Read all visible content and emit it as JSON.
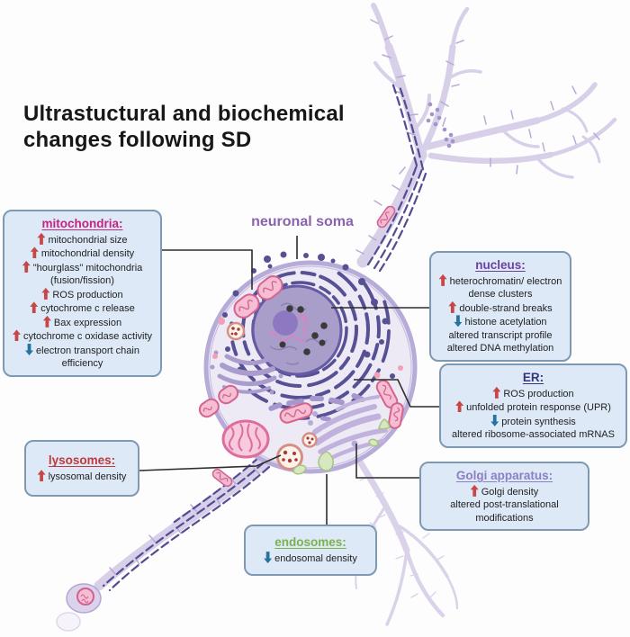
{
  "title": {
    "line1": "Ultrastuctural and biochemical",
    "line2": "changes following SD"
  },
  "soma_label": "neuronal soma",
  "colors": {
    "box_bg": "#dde9f7",
    "box_border": "#7e99b4",
    "arrow_up": "#c64747",
    "arrow_down": "#27739f",
    "connector_line": "#2d2d2d",
    "soma_label_color": "#8a63ad",
    "neuron_body": "#d8cfe9",
    "organelle_pink": "#f3b9cf",
    "er_dark_purple": "#565094",
    "endosome_green": "#d7e7c2"
  },
  "boxes": {
    "mitochondria": {
      "title": "mitochondria:",
      "title_color": "#c2247e",
      "items": [
        {
          "arrow": "up",
          "text": "mitochondrial size"
        },
        {
          "arrow": "up",
          "text": "mitochondrial density"
        },
        {
          "arrow": "up",
          "text": "\"hourglass\" mitochondria (fusion/fission)"
        },
        {
          "arrow": "up",
          "text": "ROS production"
        },
        {
          "arrow": "up",
          "text": "cytochrome c release"
        },
        {
          "arrow": "up",
          "text": "Bax expression"
        },
        {
          "arrow": "up",
          "text": "cytochrome c oxidase activity"
        },
        {
          "arrow": "down",
          "text": "electron transport chain efficiency"
        }
      ]
    },
    "nucleus": {
      "title": "nucleus:",
      "title_color": "#6b3fa0",
      "items": [
        {
          "arrow": "up",
          "text": "heterochromatin/ electron dense clusters"
        },
        {
          "arrow": "up",
          "text": "double-strand breaks"
        },
        {
          "arrow": "down",
          "text": "histone acetylation"
        },
        {
          "arrow": null,
          "text": "altered transcript profile"
        },
        {
          "arrow": null,
          "text": "altered DNA methylation"
        }
      ]
    },
    "er": {
      "title": "ER:",
      "title_color": "#39337e",
      "items": [
        {
          "arrow": "up",
          "text": "ROS production"
        },
        {
          "arrow": "up",
          "text": "unfolded protein response (UPR)"
        },
        {
          "arrow": "down",
          "text": "protein synthesis"
        },
        {
          "arrow": null,
          "text": "altered ribosome-associated mRNAS"
        }
      ]
    },
    "golgi": {
      "title": "Golgi apparatus:",
      "title_color": "#8c7fc4",
      "items": [
        {
          "arrow": "up",
          "text": "Golgi density"
        },
        {
          "arrow": null,
          "text": "altered post-translational modifications"
        }
      ]
    },
    "lysosomes": {
      "title": "lysosomes:",
      "title_color": "#c13a3a",
      "items": [
        {
          "arrow": "up",
          "text": "lysosomal density"
        }
      ]
    },
    "endosomes": {
      "title": "endosomes:",
      "title_color": "#7cb24e",
      "items": [
        {
          "arrow": "down",
          "text": "endosomal density"
        }
      ]
    }
  }
}
